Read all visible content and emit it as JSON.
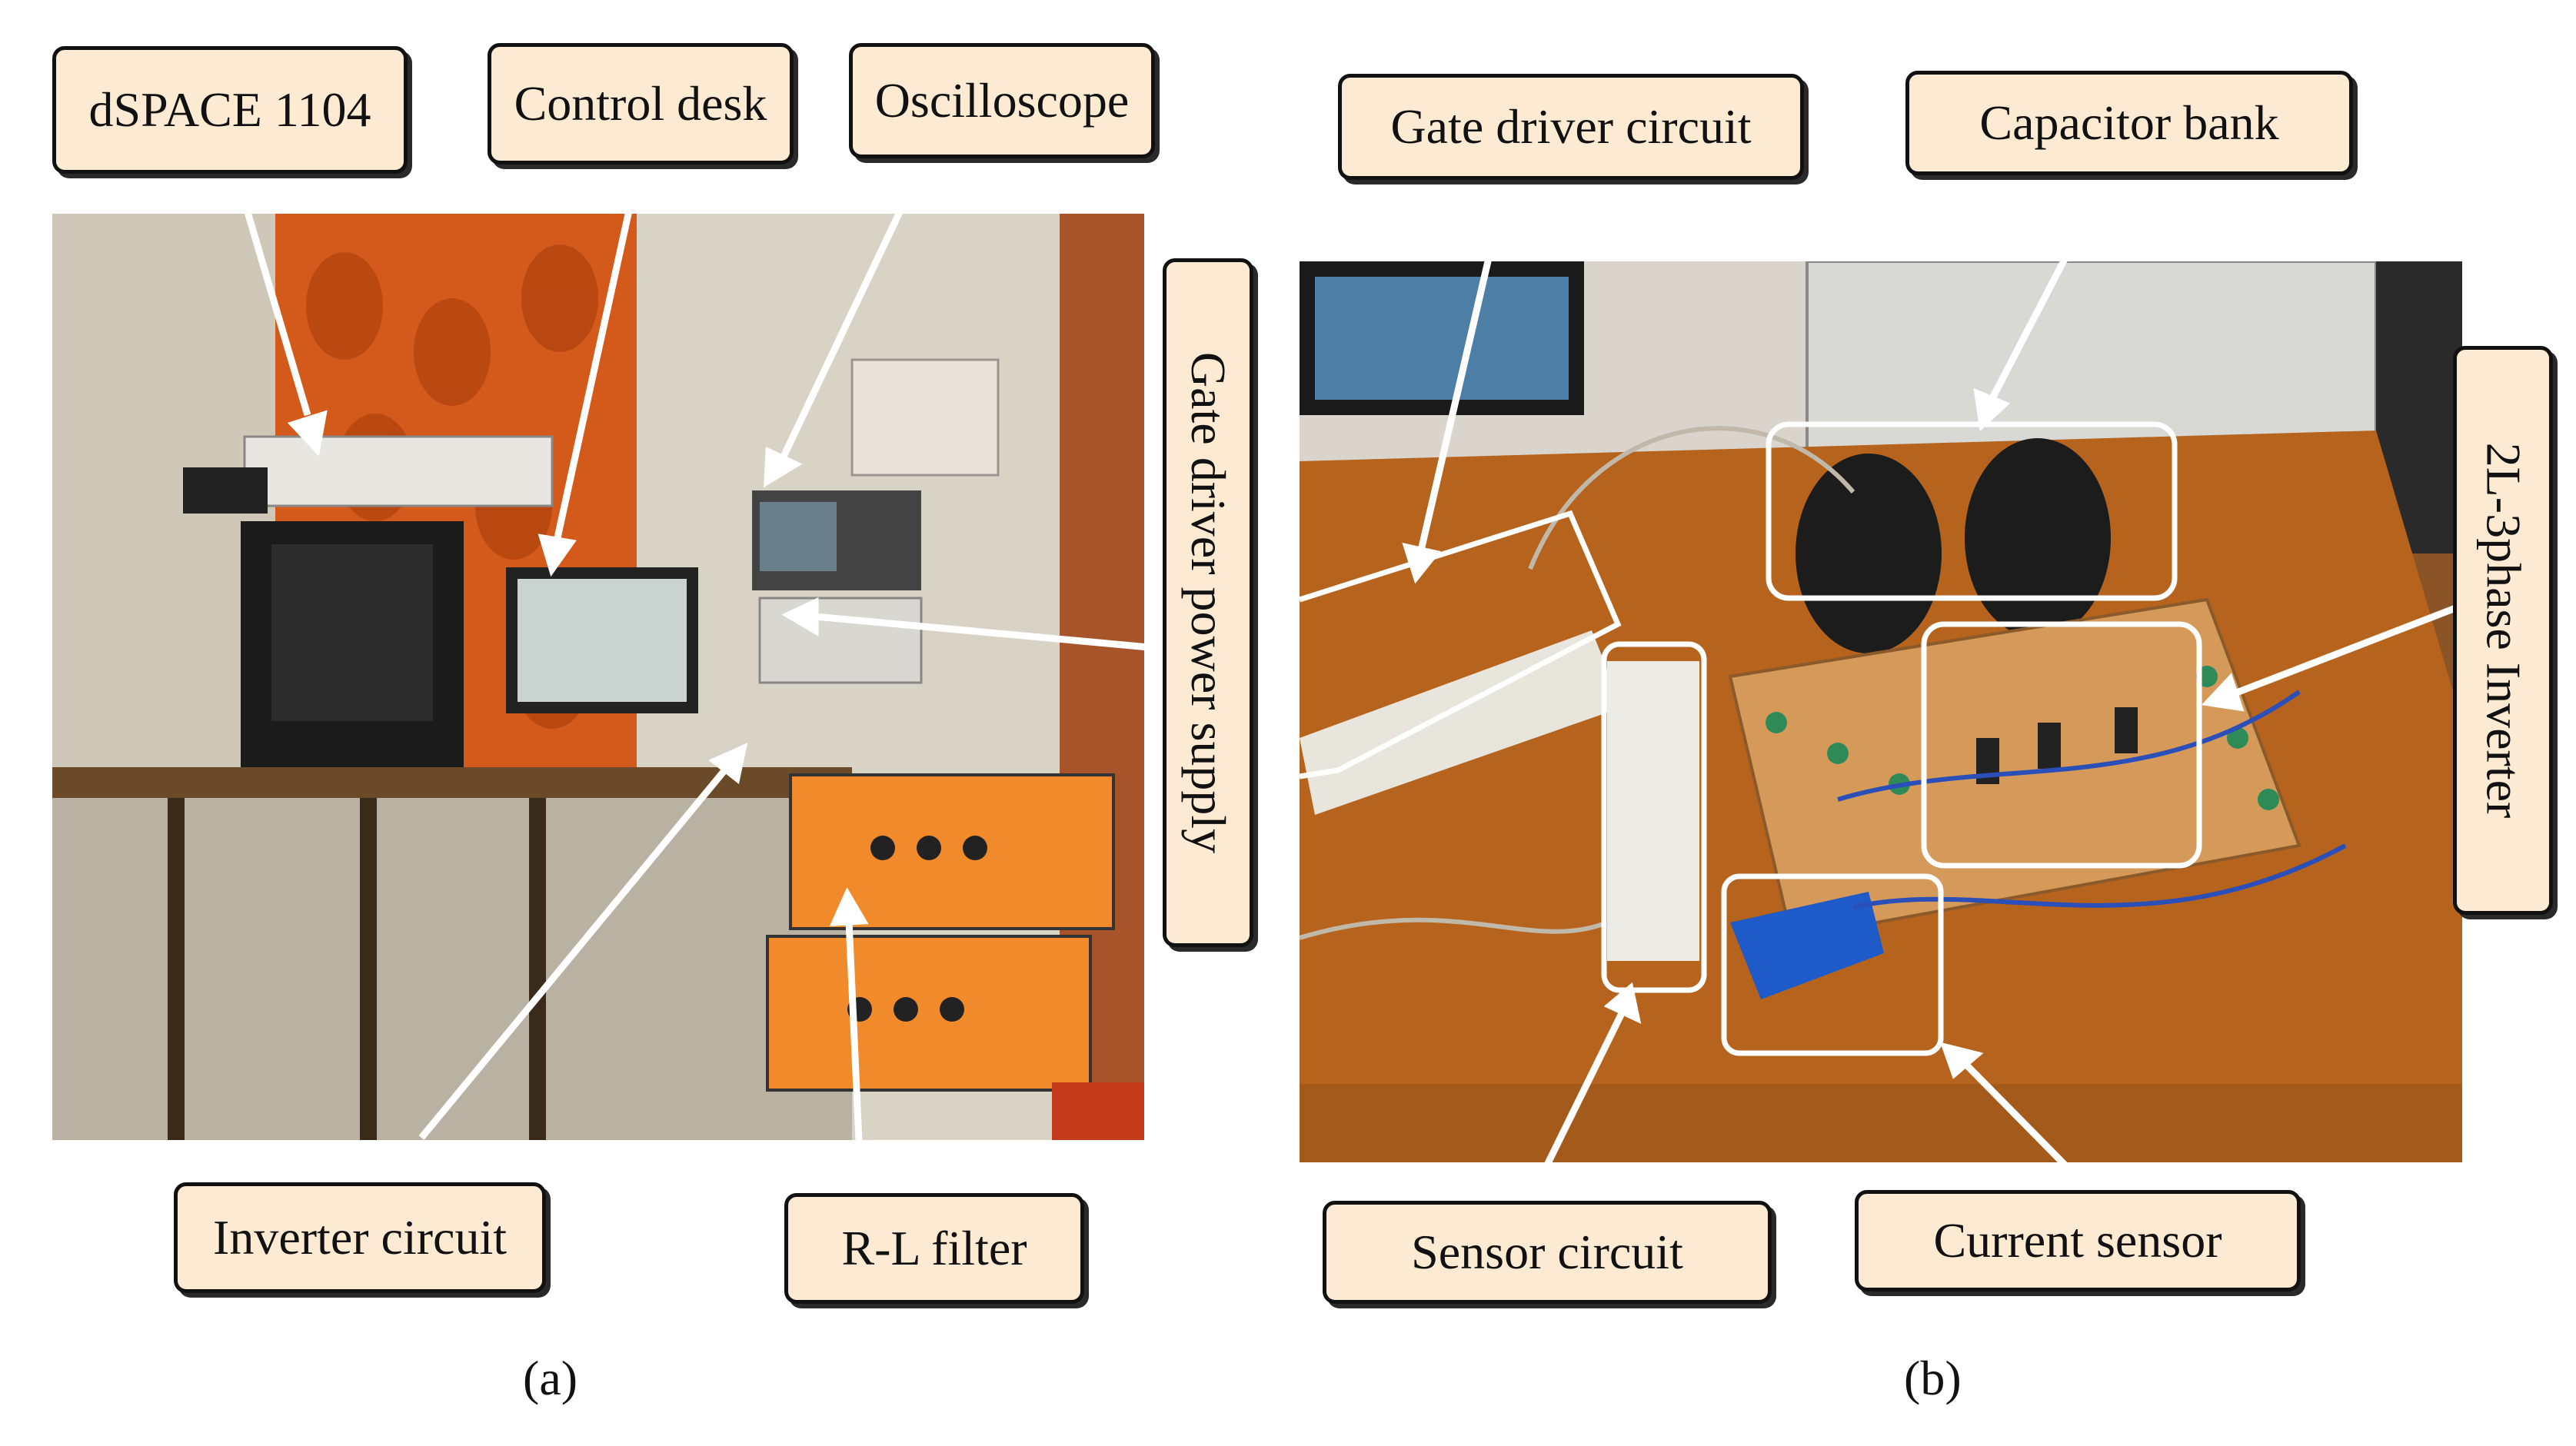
{
  "panel_a": {
    "label": "(a)",
    "callouts": {
      "dspace": "dSPACE 1104",
      "control_desk": "Control desk",
      "oscilloscope": "Oscilloscope",
      "gate_driver_power_supply": "Gate driver power supply",
      "inverter_circuit": "Inverter circuit",
      "rl_filter": "R-L filter"
    }
  },
  "panel_b": {
    "label": "(b)",
    "callouts": {
      "gate_driver_circuit": "Gate driver circuit",
      "capacitor_bank": "Capacitor bank",
      "inverter_2l": "2L-3phase Inverter",
      "sensor_circuit": "Sensor circuit",
      "current_sensor": "Current sensor"
    }
  },
  "colors": {
    "callout_fill": "#fcebd2",
    "callout_border": "#111111",
    "arrow": "#ffffff",
    "curtain": "#d35a1a",
    "instrument_box": "#f08a2a",
    "table_wood": "#b5631d"
  }
}
